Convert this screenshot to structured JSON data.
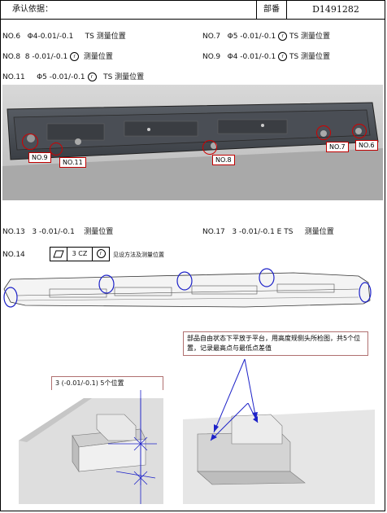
{
  "header": {
    "left_label": "承认依据：",
    "dept_label": "部番",
    "part_number": "D1491282"
  },
  "rows": [
    {
      "id": "NO.6",
      "text": "Φ4-0.01/-0.1",
      "tail": "TS 测量位置"
    },
    {
      "id": "NO.7",
      "text": "Φ5 -0.01/-0.1",
      "tail": "TS 测量位置"
    },
    {
      "id": "NO.8",
      "text": "8 -0.01/-0.1",
      "tail": "测量位置"
    },
    {
      "id": "NO.9",
      "text": "Φ4 -0.01/-0.1",
      "tail": "TS 测量位置"
    },
    {
      "id": "NO.11",
      "text": "Φ5 -0.01/-0.1",
      "tail": "TS 测量位置"
    }
  ],
  "circle_symbol": "r",
  "photo_tags": {
    "no9": "NO.9",
    "no11": "NO.11",
    "no8": "NO.8",
    "no7": "NO.7",
    "no6": "NO.6"
  },
  "rows2": [
    {
      "id": "NO.13",
      "text": "3 -0.01/-0.1",
      "tail": "测量位置"
    },
    {
      "id": "NO.17",
      "text": "3 -0.01/-0.1 E TS",
      "tail": "测量位置"
    }
  ],
  "no14": {
    "id": "NO.14",
    "frame_value": "3 CZ",
    "tail": "见设方法及测量位置"
  },
  "note_left": "3 (-0.01/-0.1) 5个位置",
  "note_right": "部品自由状态下平放于平台，用高度规侧头所检图，共5个位置，记录最高点与最低点差值",
  "colors": {
    "red": "#d00000",
    "blue": "#1d22c8",
    "border": "#000000"
  }
}
